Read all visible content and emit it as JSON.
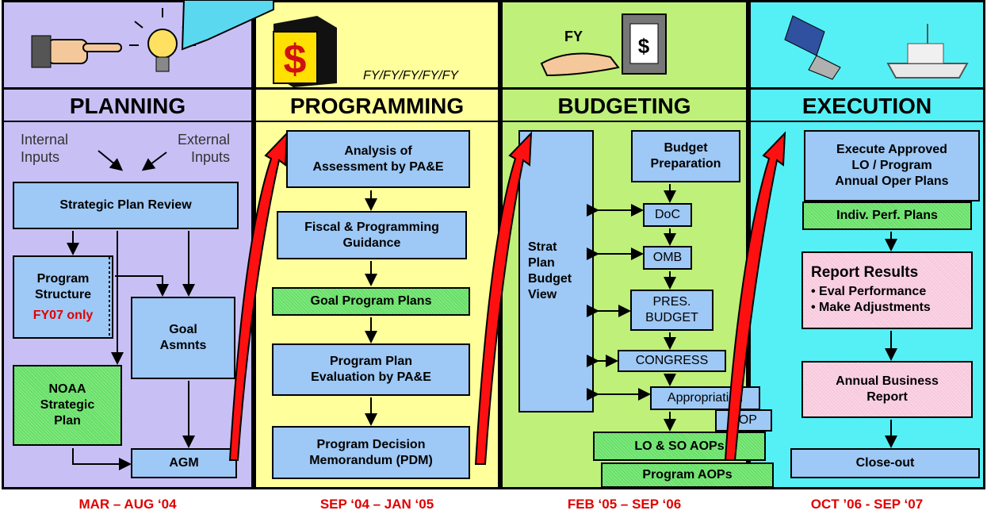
{
  "phases": {
    "planning": {
      "title": "PLANNING",
      "date": "MAR – AUG ‘04"
    },
    "programming": {
      "title": "PROGRAMMING",
      "date": "SEP ‘04 – JAN ‘05"
    },
    "budgeting": {
      "title": "BUDGETING",
      "date": "FEB ‘05 – SEP ‘06"
    },
    "execution": {
      "title": "EXECUTION",
      "date": "OCT ’06 - SEP ‘07"
    }
  },
  "icons": {
    "fy_years": "FY/FY/FY/FY/FY",
    "fy": "FY"
  },
  "planning": {
    "internal_inputs": "Internal\nInputs",
    "external_inputs": "External\nInputs",
    "strategic_plan_review": "Strategic Plan Review",
    "program_structure": "Program\nStructure",
    "fy07_only": "FY07 only",
    "goal_asmnts": "Goal\nAsmnts",
    "noaa_strategic_plan": "NOAA\nStrategic\nPlan",
    "agm": "AGM"
  },
  "programming": {
    "analysis": "Analysis  of\nAssessment by PA&E",
    "fiscal": "Fiscal & Programming\nGuidance",
    "goal_program_plans": "Goal Program Plans",
    "evaluation": "Program Plan\nEvaluation by PA&E",
    "pdm": "Program Decision\nMemorandum (PDM)"
  },
  "budgeting": {
    "strat_plan": "Strat\nPlan\nBudget\nView",
    "budget_prep": "Budget\nPreparation",
    "doc": "DoC",
    "omb": "OMB",
    "pres_budget": "PRES.\nBUDGET",
    "congress": "CONGRESS",
    "appropriation": "Appropriation",
    "bop": "BOP",
    "lo_so_aops": "LO & SO AOPs",
    "program_aops": "Program AOPs"
  },
  "execution": {
    "execute": "Execute Approved\nLO / Program\nAnnual Oper Plans",
    "indiv": "Indiv. Perf. Plans",
    "report_results": "Report Results",
    "eval_performance": "• Eval Performance",
    "make_adjustments": "• Make Adjustments",
    "annual_report": "Annual Business\nReport",
    "closeout": "Close-out"
  },
  "colors": {
    "date_red": "#e00000",
    "box_blue": "#9ec8f5",
    "box_green": "#66e066",
    "box_pink": "#f8c8dc",
    "arrow_red": "#ff1010"
  }
}
